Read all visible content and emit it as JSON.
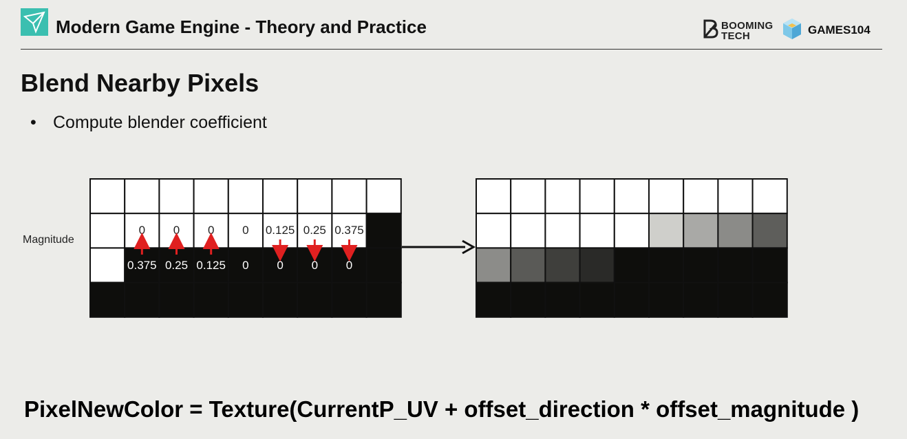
{
  "header": {
    "course_title": "Modern Game Engine - Theory and Practice",
    "brand_booming_top": "BOOMING",
    "brand_booming_bottom": "TECH",
    "brand_games": "GAMES104"
  },
  "slide": {
    "title": "Blend Nearby Pixels",
    "bullet": "Compute blender coefficient",
    "bullet_marker": "•",
    "formula": "PixelNewColor = Texture(CurrentP_UV + offset_direction * offset_magnitude )"
  },
  "diagram": {
    "row_label": "Magnitude",
    "upper_values": [
      "0",
      "0",
      "0",
      "0",
      "0.125",
      "0.25",
      "0.375"
    ],
    "lower_values": [
      "0.375",
      "0.25",
      "0.125",
      "0",
      "0",
      "0",
      "0"
    ],
    "arrow_directions": [
      "up",
      "up",
      "up",
      "none",
      "down",
      "down",
      "down"
    ],
    "arrow_color": "#e02020",
    "result_row2_grays": [
      "#ffffff",
      "#ffffff",
      "#ffffff",
      "#ffffff",
      "#ffffff",
      "#cfcfcb",
      "#a9a9a6",
      "#8b8b88",
      "#5e5e5b"
    ],
    "result_row3_grays": [
      "#8c8c89",
      "#5a5a57",
      "#3f3f3c",
      "#2a2a28",
      "#0e0e0c",
      "#0e0e0c",
      "#0e0e0c",
      "#0e0e0c",
      "#0e0e0c"
    ]
  },
  "colors": {
    "background": "#ecece9",
    "accent": "#3bbfb0",
    "black": "#0e0e0c"
  }
}
